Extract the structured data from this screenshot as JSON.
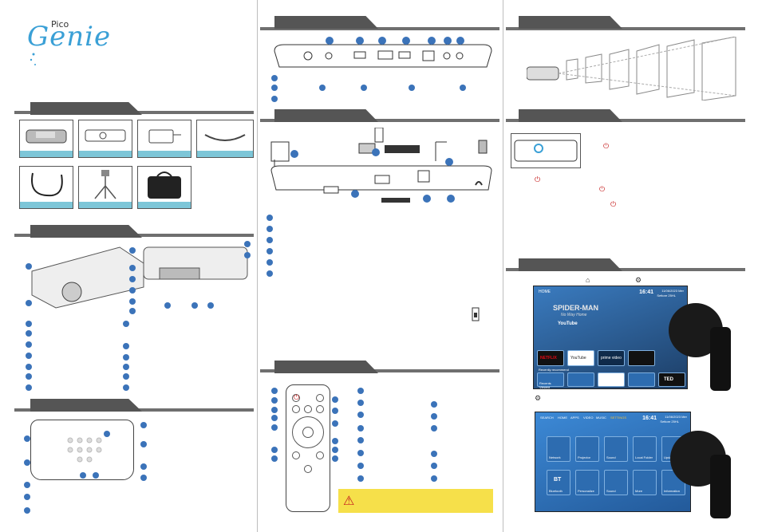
{
  "brand": {
    "pico": "Pico",
    "genie": "Genie"
  },
  "warning": {
    "icon": "warning-triangle-icon",
    "color": "#c62020"
  },
  "power_icon": "power-icon",
  "home_icon": "home-icon",
  "settings_icon": "settings-icon",
  "screen_home": {
    "label": "HOME",
    "time": "16:41",
    "date": "11/06/2023 Mer",
    "sub": "Settore 25HL",
    "section": "Recently recommend",
    "recent": "Recents Viewed",
    "apps": [
      "NETFLIX",
      "YouTube",
      "prime video",
      "",
      "TED"
    ]
  },
  "screen_settings": {
    "tabs": [
      "SEARCH",
      "HOME",
      "APPS",
      "VIDEO",
      "MUSIC",
      "SETTINGS"
    ],
    "active": "SETTINGS",
    "time": "16:41",
    "date": "11/06/2023 Mer",
    "sub": "Settore 25HL",
    "tiles": [
      "Network",
      "Projector",
      "Sound",
      "Local Folder",
      "Update",
      "Bluetooth",
      "Personalize",
      "Sound",
      "More",
      "Information"
    ],
    "bt": "BT"
  },
  "movie": {
    "title": "SPIDER-MAN",
    "sub": "No Way Home",
    "yt": "YouTube"
  },
  "colors": {
    "accent": "#3b73b9",
    "bar": "#6f6f6f",
    "caption": "#7dc6d8",
    "warn": "#f6e04a"
  }
}
